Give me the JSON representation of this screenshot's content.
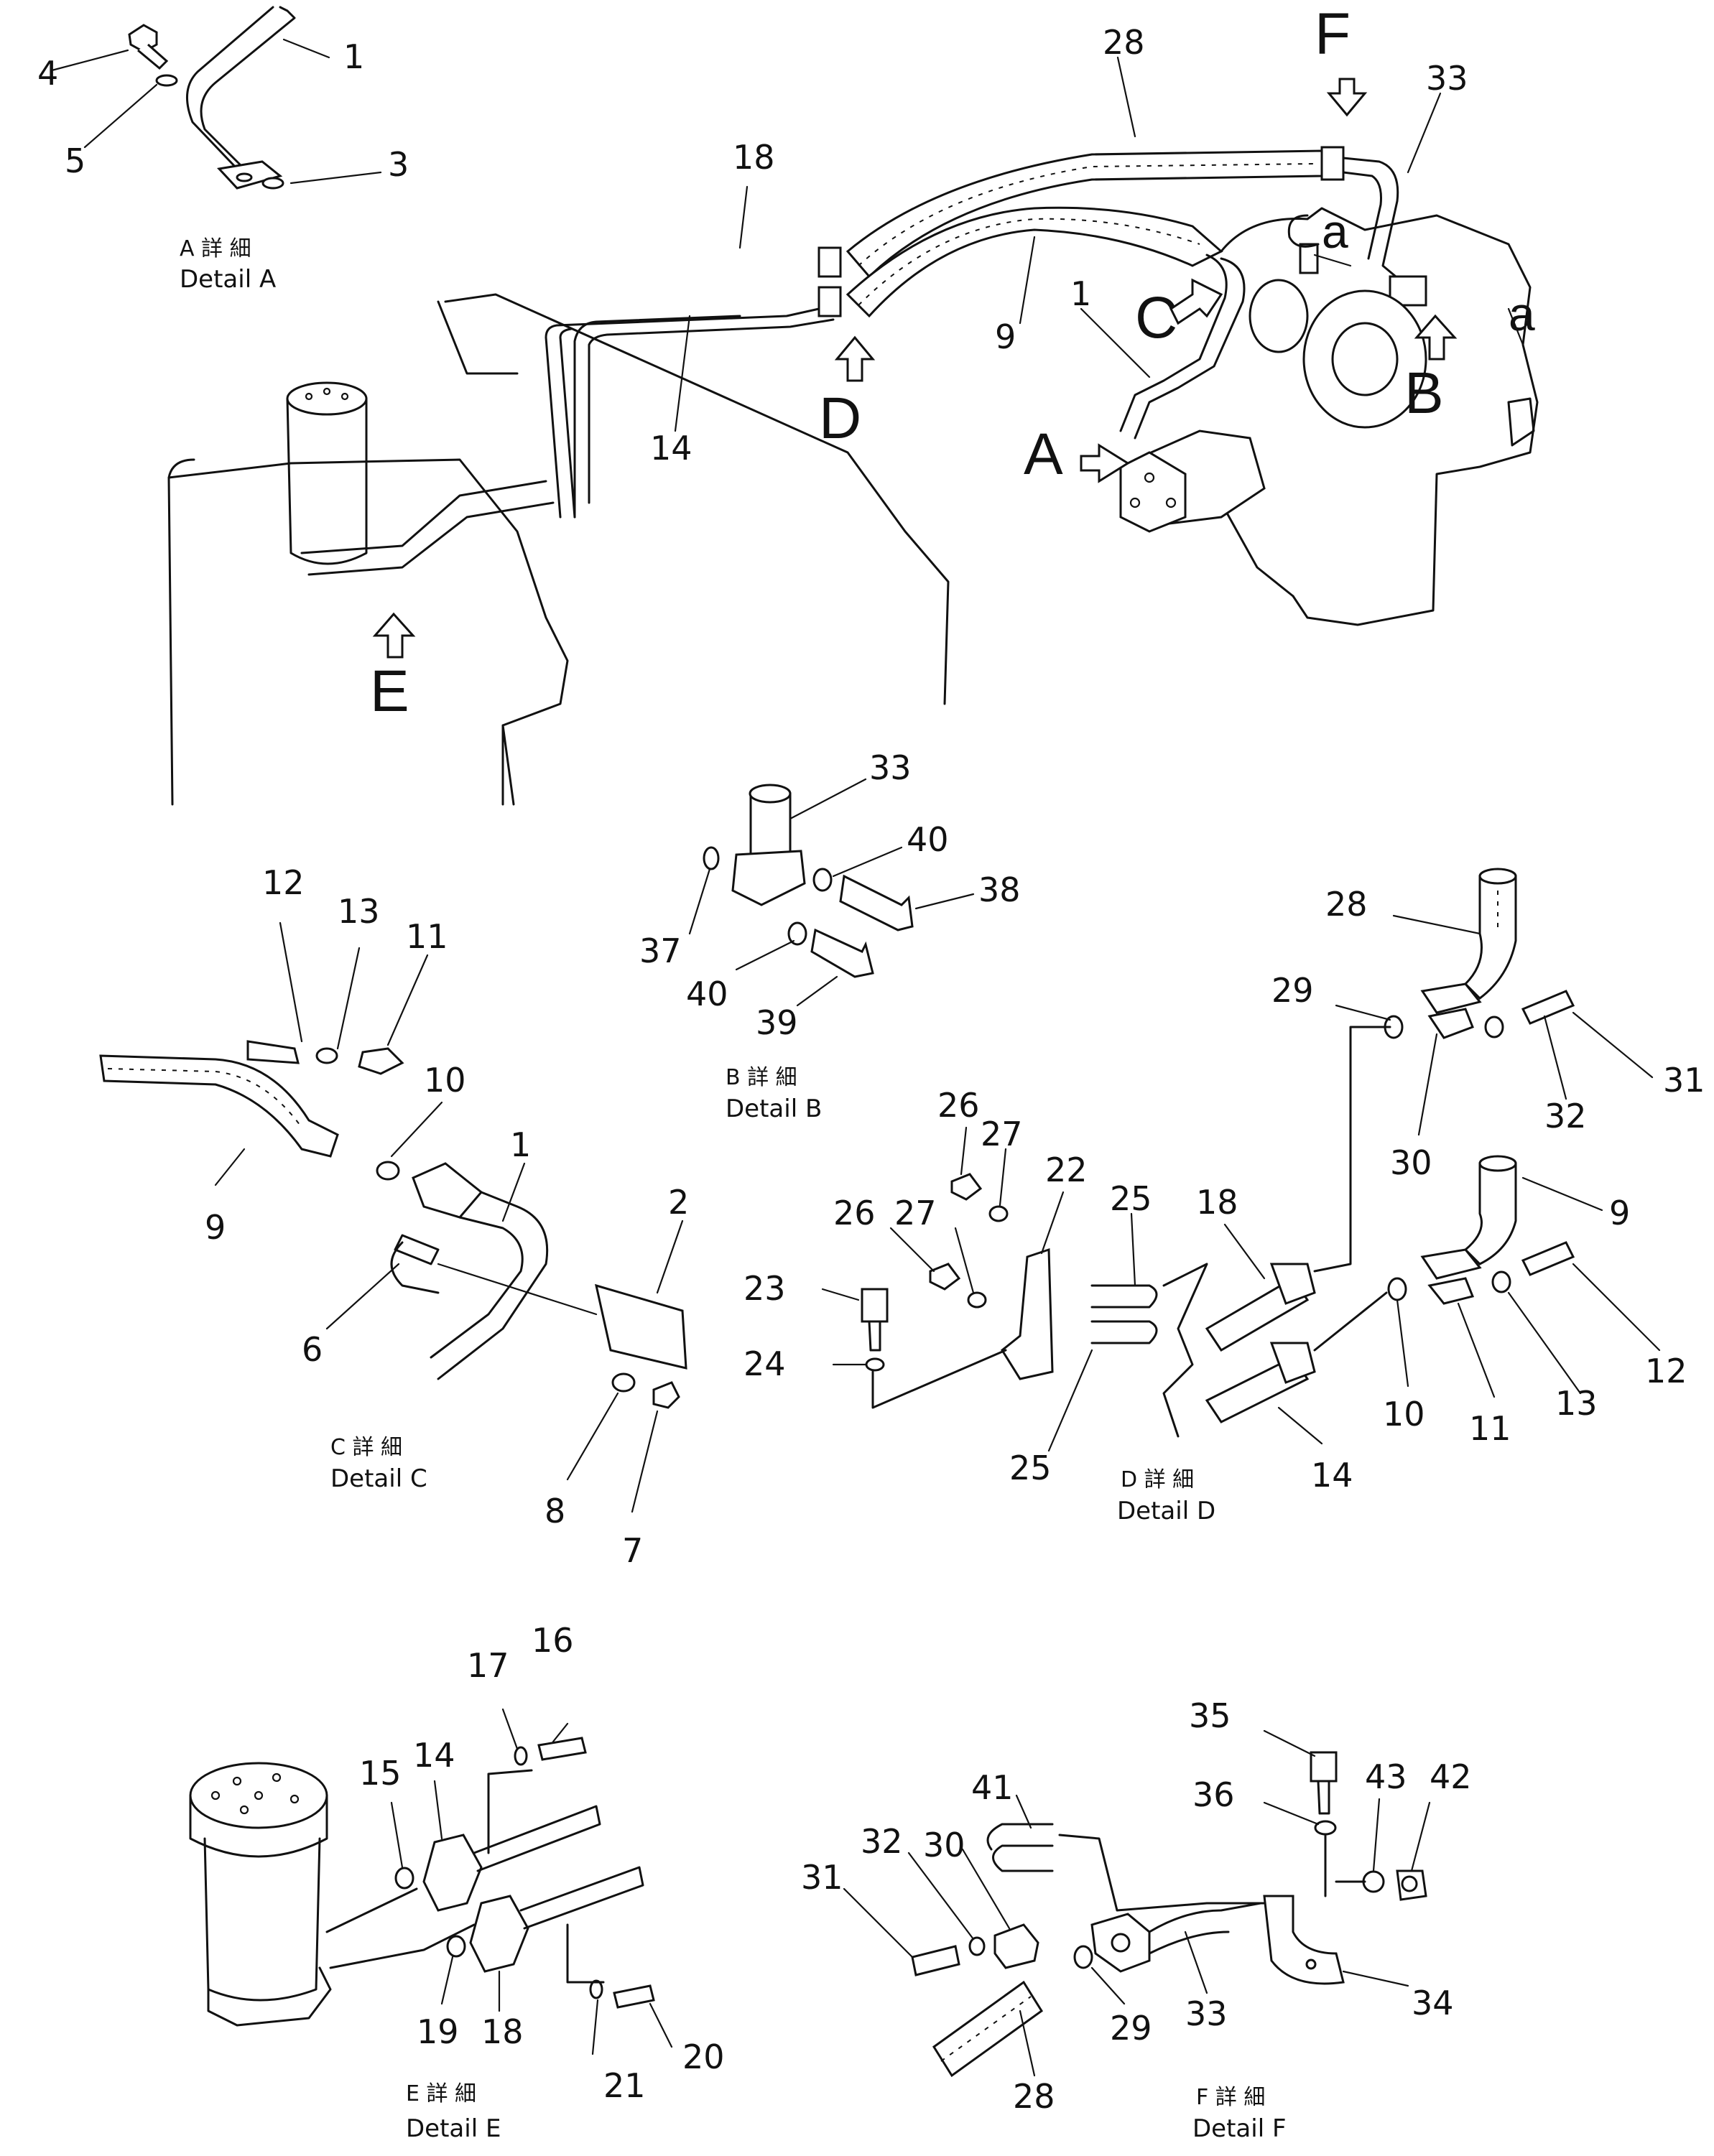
{
  "callouts": {
    "a1": "1",
    "a3": "3",
    "a4": "4",
    "a5": "5",
    "m28": "28",
    "m33": "33",
    "m18": "18",
    "m9": "9",
    "m14": "14",
    "m1": "1",
    "b33": "33",
    "b40a": "40",
    "b38": "38",
    "b37": "37",
    "b40b": "40",
    "b39": "39",
    "c12": "12",
    "c13": "13",
    "c11": "11",
    "c10": "10",
    "c1": "1",
    "c2": "2",
    "c9": "9",
    "c6": "6",
    "c8": "8",
    "c7": "7",
    "d28": "28",
    "d29": "29",
    "d31": "31",
    "d32": "32",
    "d30": "30",
    "d9": "9",
    "d26a": "26",
    "d27a": "27",
    "d22": "22",
    "d26b": "26",
    "d27b": "27",
    "d25a": "25",
    "d18": "18",
    "d23": "23",
    "d24": "24",
    "d12": "12",
    "d10": "10",
    "d11": "11",
    "d13": "13",
    "d25b": "25",
    "d14": "14",
    "e16": "16",
    "e17": "17",
    "e15": "15",
    "e14": "14",
    "e19": "19",
    "e18": "18",
    "e21": "21",
    "e20": "20",
    "f41": "41",
    "f35": "35",
    "f30": "30",
    "f32": "32",
    "f43": "43",
    "f42": "42",
    "f36": "36",
    "f31": "31",
    "f29": "29",
    "f33": "33",
    "f34": "34",
    "f28": "28"
  },
  "view_letters": {
    "A": "A",
    "B": "B",
    "C": "C",
    "D": "D",
    "E": "E",
    "F": "F",
    "a1": "a",
    "a2": "a"
  },
  "details": {
    "A": {
      "kanji": "A 詳 細",
      "caption": "Detail A"
    },
    "B": {
      "kanji": "B 詳 細",
      "caption": "Detail B"
    },
    "C": {
      "kanji": "C 詳 細",
      "caption": "Detail C"
    },
    "D": {
      "kanji": "D 詳 細",
      "caption": "Detail D"
    },
    "E": {
      "kanji": "E 詳 細",
      "caption": "Detail E"
    },
    "F": {
      "kanji": "F 詳 細",
      "caption": "Detail F"
    }
  }
}
